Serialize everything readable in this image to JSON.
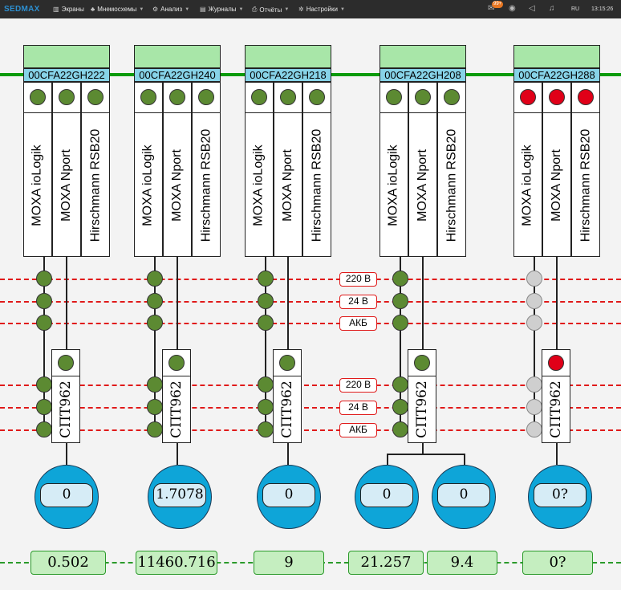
{
  "topbar": {
    "logo": "SEDMAX",
    "menu": [
      {
        "label": "Экраны",
        "icon": "chart-icon",
        "chevron": false
      },
      {
        "label": "Мнемосхемы",
        "icon": "hierarchy-icon",
        "chevron": true
      },
      {
        "label": "Анализ",
        "icon": "analytics-icon",
        "chevron": true
      },
      {
        "label": "Журналы",
        "icon": "journal-icon",
        "chevron": true
      },
      {
        "label": "Отчёты",
        "icon": "print-icon",
        "chevron": true
      },
      {
        "label": "Настройки",
        "icon": "gear-icon",
        "chevron": true
      }
    ],
    "notification_badge": "99+",
    "language": "RU",
    "time": "13:15:26"
  },
  "colors": {
    "status_ok": "#5c8a32",
    "status_alarm": "#e00018",
    "status_off": "#cfcfcf",
    "meter": "#0ea5d8",
    "id_label": "#87d3e8",
    "header": "#a8e6a8"
  },
  "voltage_labels": {
    "upper": [
      "220 В",
      "24 В",
      "АКБ"
    ],
    "lower": [
      "220 В",
      "24 В",
      "АКБ"
    ]
  },
  "cabinets": [
    {
      "id": "00CFA22GH222",
      "devices": [
        {
          "name": "MOXA ioLogik",
          "status": "ok"
        },
        {
          "name": "MOXA Nport",
          "status": "ok"
        },
        {
          "name": "Hirschmann RSB20",
          "status": "ok"
        }
      ],
      "nodes_status": "ok",
      "spt": {
        "name": "СПТ962",
        "status": "ok"
      },
      "meters": [
        "0"
      ],
      "totals": [
        "0.502"
      ]
    },
    {
      "id": "00CFA22GH240",
      "devices": [
        {
          "name": "MOXA ioLogik",
          "status": "ok"
        },
        {
          "name": "MOXA Nport",
          "status": "ok"
        },
        {
          "name": "Hirschmann RSB20",
          "status": "ok"
        }
      ],
      "nodes_status": "ok",
      "spt": {
        "name": "СПТ962",
        "status": "ok"
      },
      "meters": [
        "1.7078"
      ],
      "totals": [
        "11460.716"
      ]
    },
    {
      "id": "00CFA22GH218",
      "devices": [
        {
          "name": "MOXA ioLogik",
          "status": "ok"
        },
        {
          "name": "MOXA Nport",
          "status": "ok"
        },
        {
          "name": "Hirschmann RSB20",
          "status": "ok"
        }
      ],
      "nodes_status": "ok",
      "spt": {
        "name": "СПТ962",
        "status": "ok"
      },
      "meters": [
        "0"
      ],
      "totals": [
        "9"
      ]
    },
    {
      "id": "00CFA22GH208",
      "devices": [
        {
          "name": "MOXA ioLogik",
          "status": "ok"
        },
        {
          "name": "MOXA Nport",
          "status": "ok"
        },
        {
          "name": "Hirschmann RSB20",
          "status": "ok"
        }
      ],
      "nodes_status": "ok",
      "spt": {
        "name": "СПТ962",
        "status": "ok"
      },
      "meters": [
        "0",
        "0"
      ],
      "totals": [
        "21.257",
        "9.4"
      ]
    },
    {
      "id": "00CFA22GH288",
      "devices": [
        {
          "name": "MOXA ioLogik",
          "status": "alarm"
        },
        {
          "name": "MOXA Nport",
          "status": "alarm"
        },
        {
          "name": "Hirschmann RSB20",
          "status": "alarm"
        }
      ],
      "nodes_status": "off",
      "spt": {
        "name": "СПТ962",
        "status": "alarm"
      },
      "meters": [
        "0?"
      ],
      "totals": [
        "0?"
      ]
    }
  ]
}
